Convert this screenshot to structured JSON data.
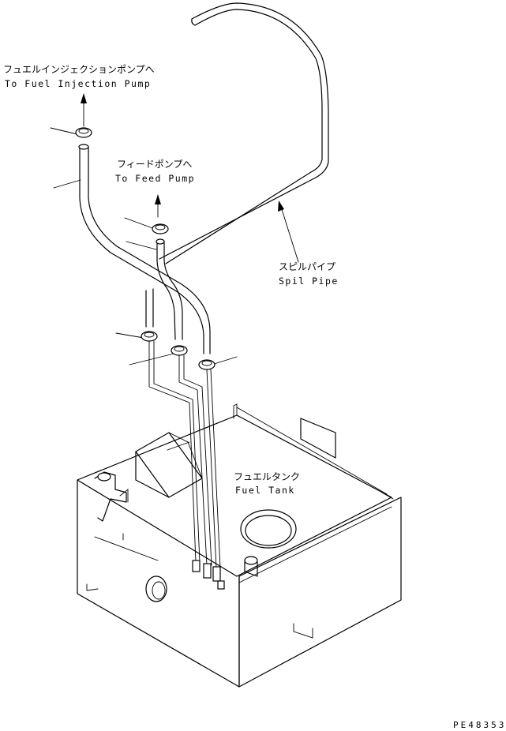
{
  "labels": {
    "injection_jp": "フュエルインジェクションポンプへ",
    "injection_en": "To Fuel Injection Pump",
    "feed_jp": "フィードポンプへ",
    "feed_en": "To Feed Pump",
    "spill_jp": "スピルパイプ",
    "spill_en": "Spil Pipe",
    "tank_jp": "フュエルタンク",
    "tank_en": "Fuel Tank"
  },
  "drawing_code": "PE48353"
}
